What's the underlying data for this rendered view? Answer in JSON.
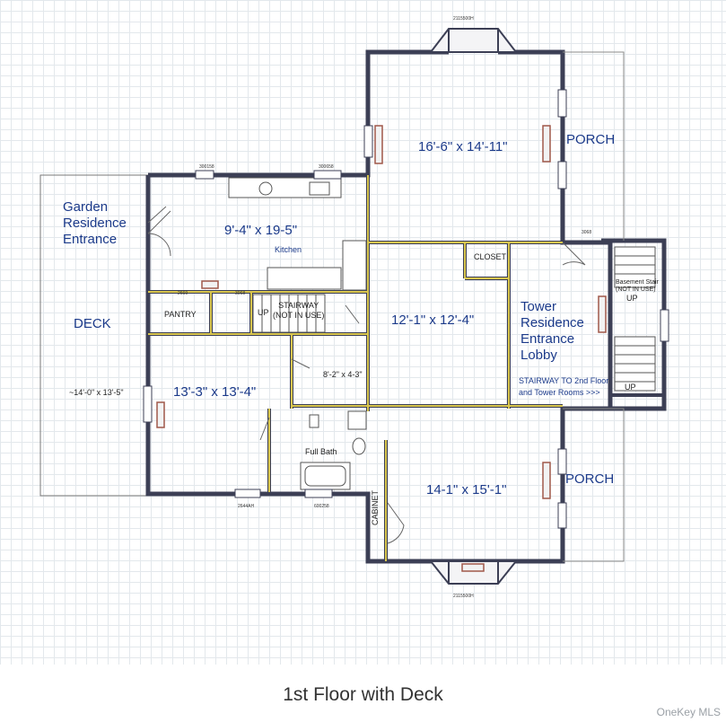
{
  "rooms": {
    "garden_entrance": [
      "Garden",
      "Residence",
      "Entrance"
    ],
    "deck": "DECK",
    "deck_dims": "~14'-0\" x 13'-5\"",
    "kitchen_dims": "9'-4\" x 19-5\"",
    "kitchen": "Kitchen",
    "pantry": "PANTRY",
    "stairway": [
      "STAIRWAY",
      "(NOT IN USE)"
    ],
    "up": "UP",
    "living_dims": "13'-3\" x 13'-4\"",
    "bath_small_dims": "8'-2\" x 4-3\"",
    "full_bath": "Full Bath",
    "center_dims": "12'-1\" x 12'-4\"",
    "closet": "CLOSET",
    "top_room_dims": "16'-6\" x 14'-11\"",
    "porch_top": "PORCH",
    "tower_lobby": [
      "Tower",
      "Residence",
      "Entrance",
      "Lobby"
    ],
    "stairway_note": [
      "STAIRWAY TO 2nd Floor",
      "and Tower Rooms >>>"
    ],
    "basement_stair": [
      "Basement Stair",
      "(NOT IN USE)"
    ],
    "bottom_room_dims": "14-1\" x 15'-1\"",
    "porch_bottom": "PORCH",
    "cabinet": "CABINET"
  },
  "title": "1st Floor with Deck",
  "credit": "OneKey MLS",
  "colors": {
    "wall": "#3c3f55",
    "partition": "#d9c64e",
    "label": "#1b3a8a",
    "grid": "#e3e8ec"
  }
}
